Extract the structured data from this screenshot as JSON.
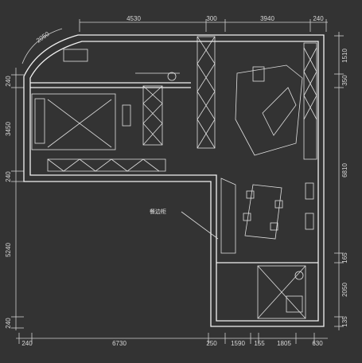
{
  "dimensions": {
    "top": [
      "4530",
      "300",
      "3940",
      "240"
    ],
    "bottom": [
      "240",
      "6730",
      "250",
      "1590",
      "155",
      "1805",
      "630"
    ],
    "left": [
      "240",
      "3450",
      "240",
      "5240",
      "240"
    ],
    "right": [
      "1510",
      "350",
      "6810",
      "165",
      "2050",
      "135"
    ],
    "arc": "2050"
  },
  "annotation": "餐边柜",
  "colors": {
    "background": "#333333",
    "wall": "#f2f2f2",
    "dim_line": "#cfcfcf"
  }
}
